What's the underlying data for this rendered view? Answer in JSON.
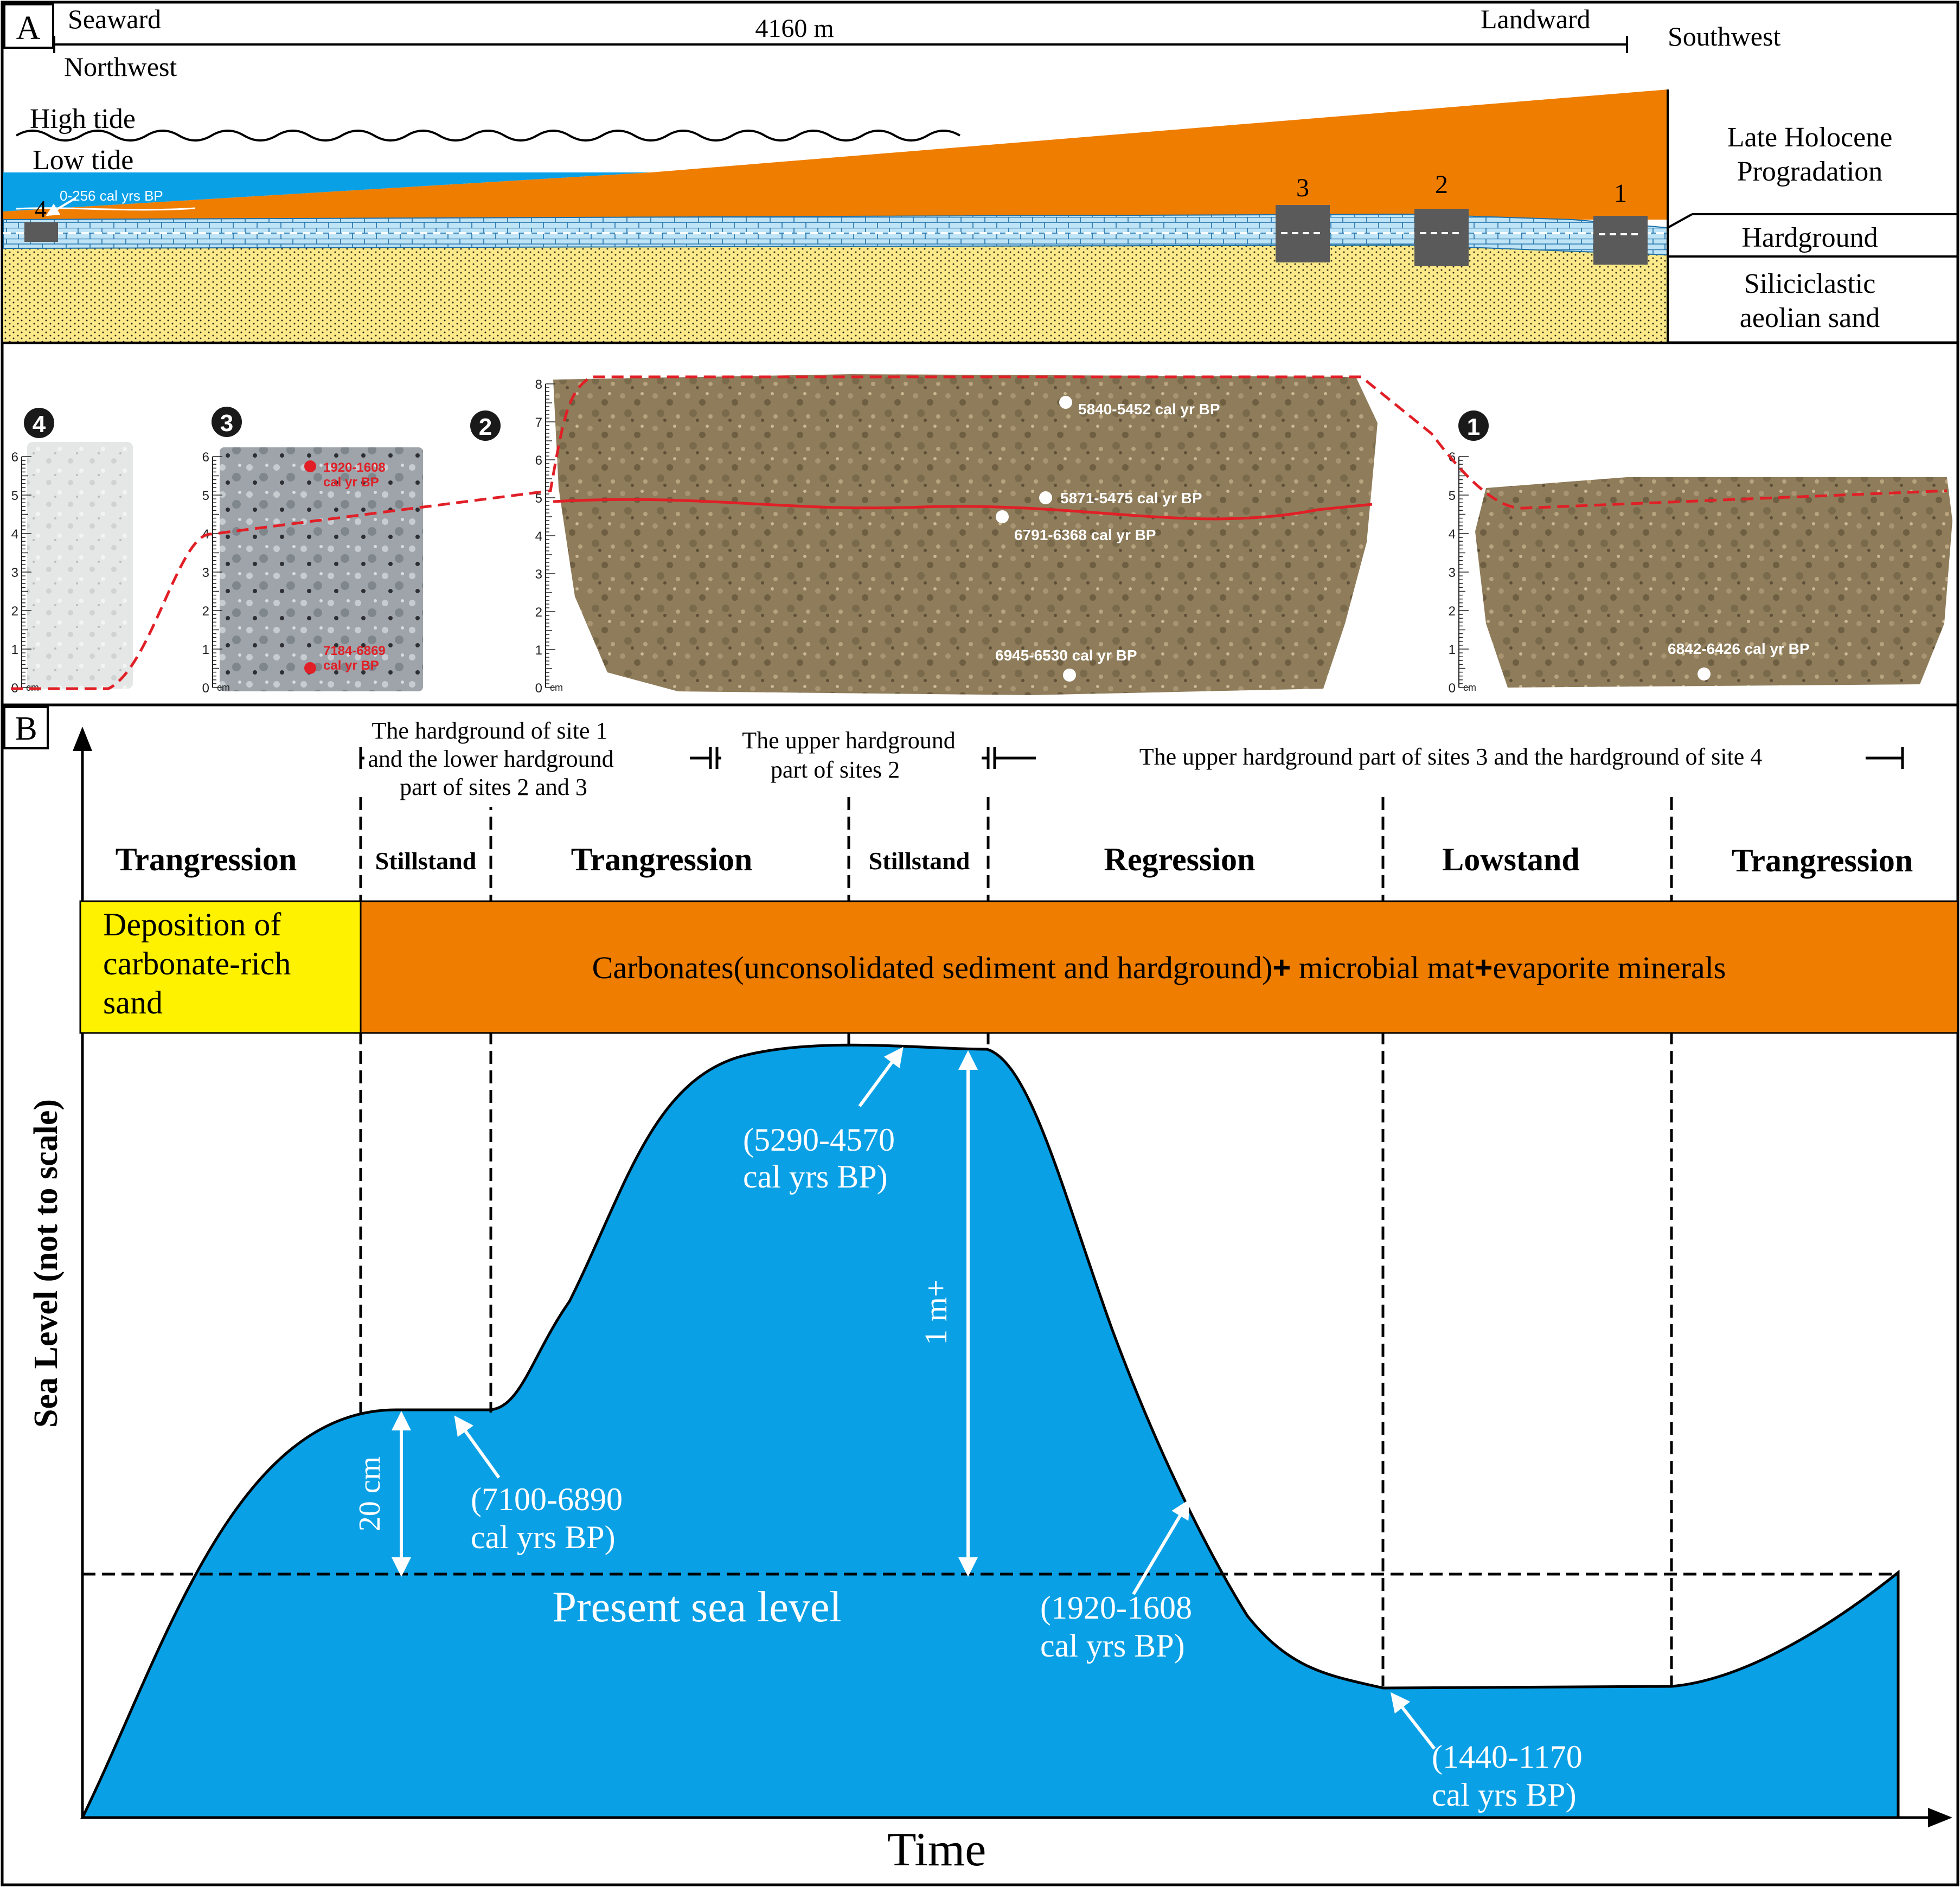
{
  "panel_a": {
    "label": "A",
    "seaward": "Seaward",
    "northwest": "Northwest",
    "distance": "4160 m",
    "landward": "Landward",
    "southwest": "Southwest",
    "high_tide": "High tide",
    "low_tide": "Low tide",
    "site4_age": "0-256 cal yrs BP",
    "legend": {
      "late_holocene_1": "Late Holocene",
      "late_holocene_2": "Progradation",
      "hardground": "Hardground",
      "siliciclastic_1": "Siliciclastic",
      "siliciclastic_2": "aeolian sand"
    },
    "site_numbers": [
      "4",
      "3",
      "2",
      "1"
    ],
    "colors": {
      "sea": "#0aa0e6",
      "progradation": "#ef7d00",
      "sand": "#fbe98a",
      "hardground": "#bfe4f6",
      "block": "#5a5a5a"
    }
  },
  "photos": {
    "badges": [
      "4",
      "3",
      "2",
      "1"
    ],
    "ruler_unit": "cm",
    "ruler_ticks_short": [
      "0",
      "1",
      "2",
      "3",
      "4",
      "5",
      "6"
    ],
    "ruler_ticks_long": [
      "0",
      "1",
      "2",
      "3",
      "4",
      "5",
      "6",
      "7",
      "8"
    ],
    "site3_top": [
      "1920-1608",
      "cal yr BP"
    ],
    "site3_bottom": [
      "7184-6869",
      "cal yr BP"
    ],
    "site2_labels": [
      "5840-5452 cal yr BP",
      "5871-5475 cal yr BP",
      "6791-6368 cal yr BP",
      "6945-6530 cal yr BP"
    ],
    "site1_label": "6842-6426 cal yr BP",
    "colors": {
      "trace": "#e11f26",
      "red_text": "#e11f26"
    }
  },
  "panel_b": {
    "label": "B",
    "bracket_1": [
      "The hardground of site 1",
      "and the lower hardground",
      "part of sites 2 and 3"
    ],
    "bracket_2": [
      "The upper hardground",
      "part of sites 2"
    ],
    "bracket_3": "The upper hardground  part of sites 3 and the hardground of site 4",
    "phases": [
      "Trangression",
      "Stillstand",
      "Trangression",
      "Stillstand",
      "Regression",
      "Lowstand",
      "Trangression"
    ],
    "deposition": [
      "Deposition of",
      "carbonate-rich",
      "sand"
    ],
    "carbonates_a": "Carbonates(unconsolidated sediment  and  hardground)",
    "plus1": "+",
    "carbonates_b": " microbial mat",
    "plus2": "+",
    "carbonates_c": "evaporite minerals",
    "y_axis": "Sea Level (not to scale)",
    "x_axis": "Time",
    "present_sea_level": "Present sea level",
    "measure_20cm": "20 cm",
    "measure_1m": "1 m+",
    "ages": [
      [
        "(7100-6890",
        "cal yrs BP)"
      ],
      [
        "(5290-4570",
        "cal yrs BP)"
      ],
      [
        "(1920-1608",
        "cal yrs BP)"
      ],
      [
        "(1440-1170",
        "cal yrs BP)"
      ]
    ],
    "colors": {
      "sea": "#0aa0e6",
      "deposition_box": "#fff200",
      "carbonate_box": "#ef7d00"
    }
  }
}
